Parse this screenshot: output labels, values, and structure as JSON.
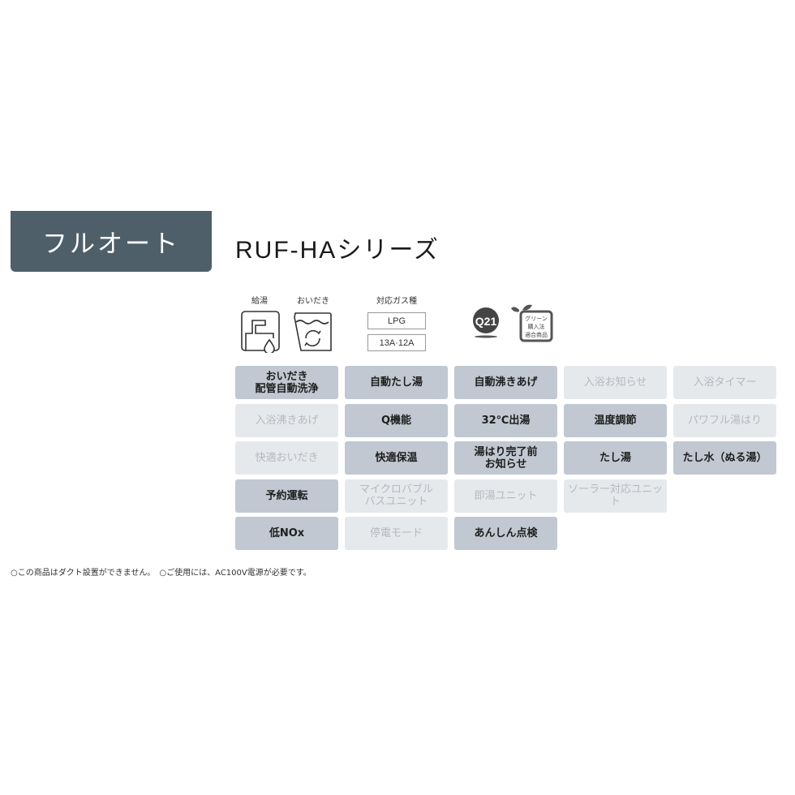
{
  "category": {
    "label": "フルオート"
  },
  "series": {
    "title": "RUF-HAシリーズ"
  },
  "functions_header": {
    "kyuto_label": "給湯",
    "oidaki_label": "おいだき",
    "gas_label": "対応ガス種",
    "gas_types": [
      "LPG",
      "13A·12A"
    ],
    "cert_marks": [
      "Q21-mark",
      "green-purchase-mark"
    ],
    "green_mark_text": [
      "グリーン",
      "購入法",
      "適合商品"
    ],
    "q21_text": "Q21"
  },
  "features": [
    {
      "label": "おいだき\n配管自動洗浄",
      "enabled": true
    },
    {
      "label": "自動たし湯",
      "enabled": true
    },
    {
      "label": "自動沸きあげ",
      "enabled": true
    },
    {
      "label": "入浴お知らせ",
      "enabled": false
    },
    {
      "label": "入浴タイマー",
      "enabled": false
    },
    {
      "label": "入浴沸きあげ",
      "enabled": false
    },
    {
      "label": "Q機能",
      "enabled": true
    },
    {
      "label": "32℃出湯",
      "enabled": true
    },
    {
      "label": "温度調節",
      "enabled": true
    },
    {
      "label": "パワフル湯はり",
      "enabled": false
    },
    {
      "label": "快適おいだき",
      "enabled": false
    },
    {
      "label": "快適保温",
      "enabled": true
    },
    {
      "label": "湯はり完了前\nお知らせ",
      "enabled": true
    },
    {
      "label": "たし湯",
      "enabled": true
    },
    {
      "label": "たし水（ぬる湯）",
      "enabled": true
    },
    {
      "label": "予約運転",
      "enabled": true
    },
    {
      "label": "マイクロバブル\nバスユニット",
      "enabled": false
    },
    {
      "label": "即湯ユニット",
      "enabled": false
    },
    {
      "label": "ソーラー対応ユニット",
      "enabled": false
    },
    {
      "label": "",
      "enabled": null
    },
    {
      "label": "低NOx",
      "enabled": true
    },
    {
      "label": "停電モード",
      "enabled": false
    },
    {
      "label": "あんしん点検",
      "enabled": true
    }
  ],
  "colors": {
    "badge_bg": "#4f5f69",
    "enabled_bg": "#c1c8d1",
    "disabled_bg": "#e6e9ec",
    "disabled_text": "#b4b9be"
  },
  "footnote": "○この商品はダクト設置ができません。　○ご使用には、AC100V電源が必要です。"
}
